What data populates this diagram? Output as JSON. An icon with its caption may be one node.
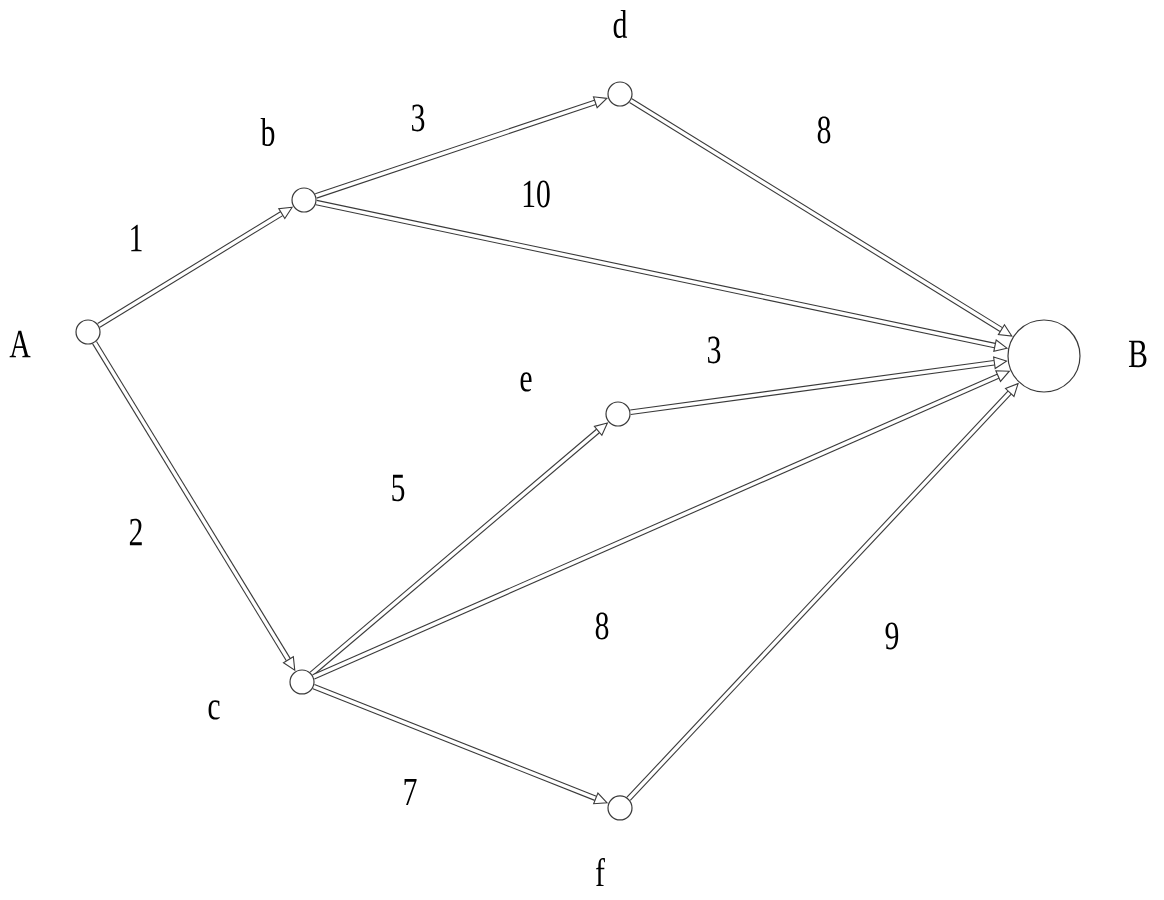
{
  "diagram": {
    "nodes": [
      {
        "text": [],
        "shape": "circle",
        "beside": [
          "A"
        ]
      },
      {
        "text": [],
        "shape": "circle",
        "beside": [
          "b"
        ]
      },
      {
        "text": [],
        "shape": "circle",
        "beside": [
          "c"
        ]
      },
      {
        "text": [],
        "shape": "circle",
        "beside": [
          "d"
        ]
      },
      {
        "text": [],
        "shape": "circle",
        "beside": [
          "e"
        ]
      },
      {
        "text": [],
        "shape": "circle",
        "beside": [
          "f"
        ]
      },
      {
        "text": [],
        "shape": "circle",
        "beside": [
          "B"
        ]
      }
    ],
    "edges": [
      {
        "from": 0,
        "to": 1,
        "arrow": "to",
        "label": "1"
      },
      {
        "from": 0,
        "to": 2,
        "arrow": "to",
        "label": "2"
      },
      {
        "from": 1,
        "to": 3,
        "arrow": "to",
        "label": "3"
      },
      {
        "from": 1,
        "to": 6,
        "arrow": "to",
        "label": "10"
      },
      {
        "from": 3,
        "to": 6,
        "arrow": "to",
        "label": "8"
      },
      {
        "from": 2,
        "to": 4,
        "arrow": "to",
        "label": "5"
      },
      {
        "from": 4,
        "to": 6,
        "arrow": "to",
        "label": "3"
      },
      {
        "from": 2,
        "to": 6,
        "arrow": "to",
        "label": "8"
      },
      {
        "from": 2,
        "to": 5,
        "arrow": "to",
        "label": "7"
      },
      {
        "from": 5,
        "to": 6,
        "arrow": "to",
        "label": "9"
      }
    ]
  }
}
